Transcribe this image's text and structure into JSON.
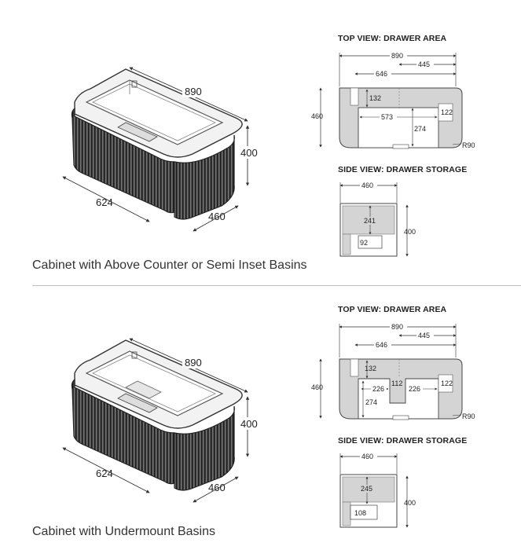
{
  "sections": [
    {
      "caption": "Cabinet with Above Counter or Semi Inset Basins",
      "iso": {
        "width": "890",
        "height": "400",
        "depth_left": "624",
        "depth_right": "460"
      },
      "top_view": {
        "title": "TOP VIEW: DRAWER AREA",
        "overall": "890",
        "left_span": "646",
        "right_span": "445",
        "depth": "460",
        "back_gap": "132",
        "inner_width": "573",
        "inner_depth": "274",
        "side_gap": "122",
        "radius": "R90"
      },
      "side_view": {
        "title": "SIDE VIEW: DRAWER STORAGE",
        "width": "460",
        "height": "400",
        "upper": "241",
        "lower": "92"
      }
    },
    {
      "caption": "Cabinet with Undermount Basins",
      "iso": {
        "width": "890",
        "height": "400",
        "depth_left": "624",
        "depth_right": "460"
      },
      "top_view": {
        "title": "TOP VIEW: DRAWER AREA",
        "overall": "890",
        "left_span": "646",
        "right_span": "445",
        "depth": "460",
        "back_gap": "132",
        "left_box": "226",
        "notch": "112",
        "right_box": "226",
        "inner_depth": "274",
        "side_gap": "122",
        "radius": "R90"
      },
      "side_view": {
        "title": "SIDE VIEW: DRAWER STORAGE",
        "width": "460",
        "height": "400",
        "upper": "245",
        "lower": "108"
      }
    }
  ]
}
